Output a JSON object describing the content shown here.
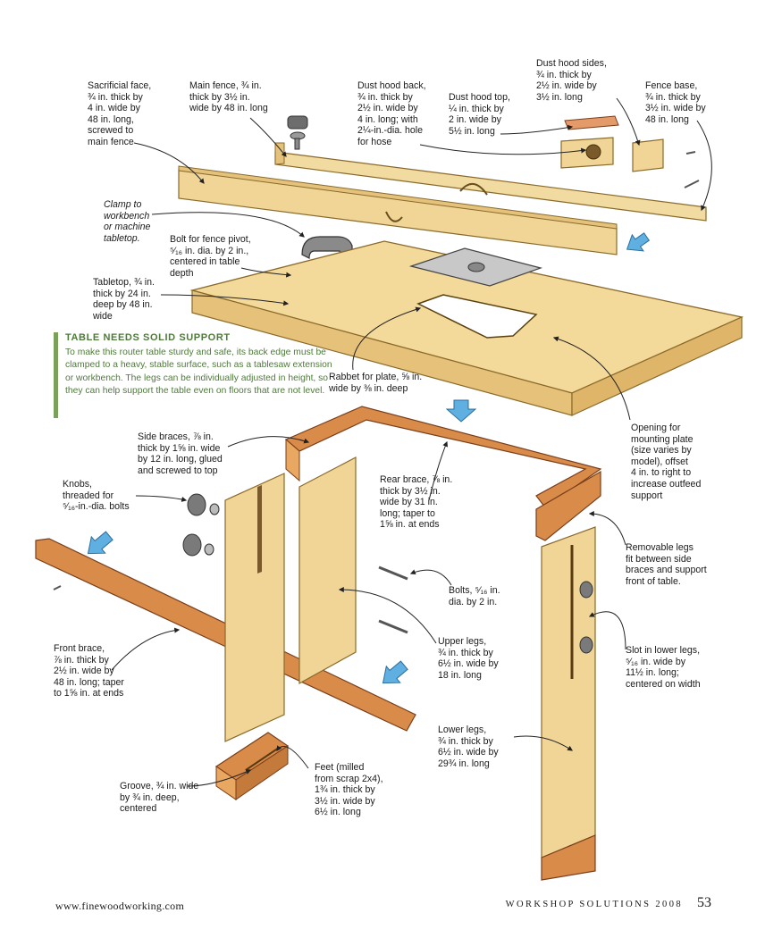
{
  "labels": {
    "sacrificial_face": "Sacrificial face,\n¾ in. thick by\n4 in. wide by\n48 in. long,\nscrewed to\nmain fence",
    "main_fence": "Main fence, ¾ in.\nthick by 3½ in.\nwide by 48 in. long",
    "dust_hood_back": "Dust hood back,\n¾ in. thick by\n2½ in. wide by\n4 in. long; with\n2¼-in.-dia. hole\nfor hose",
    "dust_hood_top": "Dust hood top,\n¼ in. thick by\n2 in. wide by\n5½ in. long",
    "dust_hood_sides": "Dust hood sides,\n¾ in. thick by\n2½ in. wide by\n3½ in. long",
    "fence_base": "Fence base,\n¾ in. thick by\n3½ in. wide by\n48 in. long",
    "clamp": "Clamp to\nworkbench\nor machine\ntabletop.",
    "bolt_pivot": "Bolt for fence pivot,\n⁵⁄₁₆ in. dia. by 2 in.,\ncentered in table\ndepth",
    "tabletop": "Tabletop, ¾ in.\nthick by 24 in.\ndeep by 48 in.\nwide",
    "rabbet": "Rabbet for plate, ⅝ in.\nwide by ⅜ in. deep",
    "opening": "Opening for\nmounting plate\n(size varies by\nmodel), offset\n4 in. to right to\nincrease outfeed\nsupport",
    "side_braces": "Side braces, ⅞ in.\nthick by 1⅝ in. wide\nby 12 in. long, glued\nand screwed to top",
    "knobs": "Knobs,\nthreaded for\n⁵⁄₁₆-in.-dia. bolts",
    "rear_brace": "Rear brace, ⅞ in.\nthick by 3½ in.\nwide by 31 in.\nlong; taper to\n1⅝ in. at ends",
    "removable_legs": "Removable legs\nfit between side\nbraces and support\nfront of table.",
    "bolts": "Bolts, ⁵⁄₁₆ in.\ndia. by 2 in.",
    "upper_legs": "Upper legs,\n¾ in. thick by\n6½ in. wide by\n18 in. long",
    "slot": "Slot in lower legs,\n⁵⁄₁₆ in. wide by\n11½ in. long;\ncentered on width",
    "front_brace": "Front brace,\n⅞ in. thick by\n2½ in. wide by\n48 in. long; taper\nto 1⅝ in. at ends",
    "lower_legs": "Lower legs,\n¾ in. thick by\n6½ in. wide by\n29¾ in. long",
    "groove": "Groove, ¾ in. wide\nby ¾ in. deep,\ncentered",
    "feet": "Feet (milled\nfrom scrap 2x4),\n1¾ in. thick by\n3½ in. wide by\n6½ in. long"
  },
  "sidebar": {
    "title": "TABLE NEEDS SOLID SUPPORT",
    "body": "To make this router table sturdy and safe, its back edge must be clamped to a heavy, stable surface, such as a tablesaw extension or workbench. The legs can be individually adjusted in height, so they can help support the table even on floors that are not level."
  },
  "footer": {
    "website": "www.finewoodworking.com",
    "publication": "WORKSHOP SOLUTIONS 2008",
    "page_number": "53"
  },
  "colors": {
    "wood_light": "#f0d596",
    "wood_dark": "#d98c4a",
    "arrow_blue": "#5fb0e0",
    "sidebar_green": "#4e7a3a"
  }
}
